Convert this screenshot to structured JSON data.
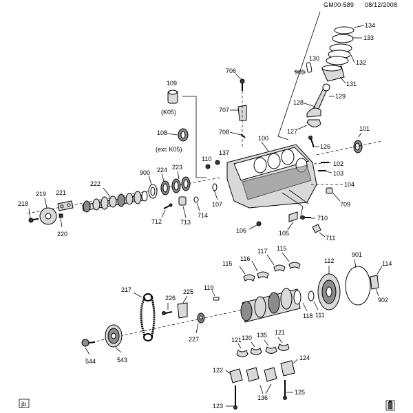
{
  "header": {
    "diagram_code": "GM00-589",
    "date": "08/12/2008"
  },
  "footer": {
    "left_badge": "jb"
  },
  "callouts": {
    "c134": "134",
    "c133": "133",
    "c132": "132",
    "c131": "131",
    "c130": "130",
    "c129": "129",
    "c128": "128",
    "c127": "127",
    "c126": "126",
    "c903": "903",
    "c706": "706",
    "c707": "707",
    "c708": "708",
    "c109": "109",
    "c108": "108",
    "c100": "100",
    "c101": "101",
    "c102": "102",
    "c103": "103",
    "c104": "104",
    "c105": "105",
    "c106": "106",
    "c107": "107",
    "c110": "110",
    "c137": "137",
    "c709": "709",
    "c710": "710",
    "c711": "711",
    "c900": "900",
    "c224": "224",
    "c223": "223",
    "c222": "222",
    "c219": "219",
    "c221": "221",
    "c218": "218",
    "c220": "220",
    "c712": "712",
    "c713": "713",
    "c714": "714",
    "c115a": "115",
    "c116": "116",
    "c117": "117",
    "c115b": "115",
    "c112": "112",
    "c901": "901",
    "c114": "114",
    "c902": "902",
    "c119": "119",
    "c118": "118",
    "c111": "111",
    "c217": "217",
    "c226": "226",
    "c225": "225",
    "c227": "227",
    "c544": "544",
    "c543": "543",
    "c121a": "121",
    "c120": "120",
    "c135": "135",
    "c121b": "121",
    "c124": "124",
    "c122": "122",
    "c136": "136",
    "c125": "125",
    "c123": "123"
  },
  "notes": {
    "k05": "(K05)",
    "exc_k05": "(exc K05)"
  }
}
